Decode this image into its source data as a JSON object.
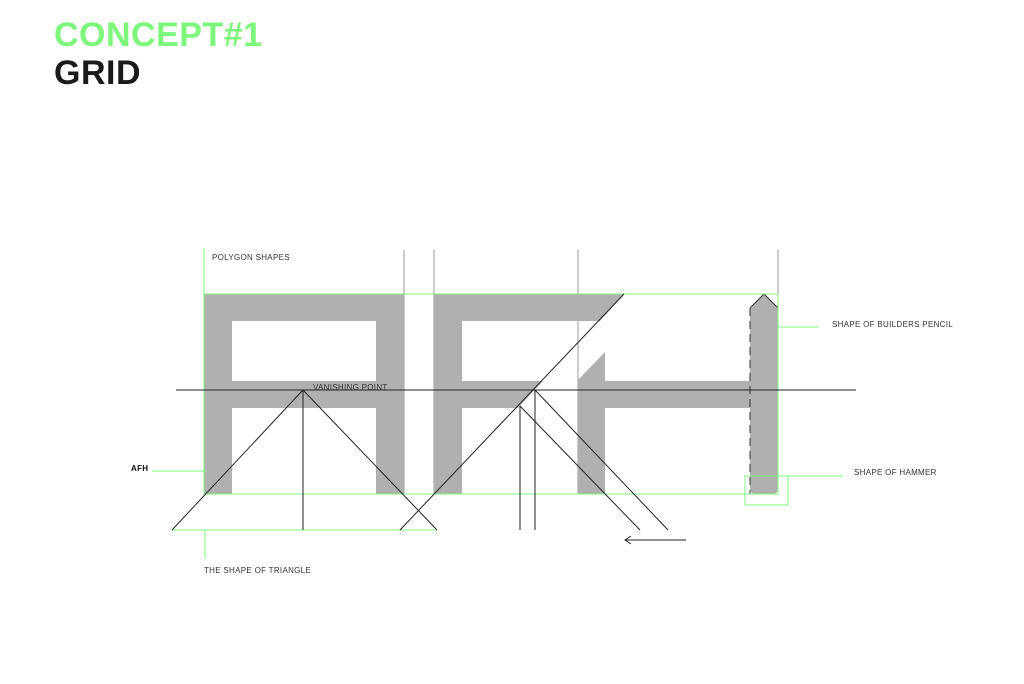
{
  "header": {
    "concept": "CONCEPT#1",
    "subtitle": "GRID"
  },
  "colors": {
    "accent": "#7cf77c",
    "fill": "#b0b0b0",
    "line": "#222222",
    "guide": "#9a9a9a"
  },
  "labels": {
    "polygon_shapes": "POLYGON SHAPES",
    "vanishing_point": "VANISHING POINT",
    "afh": "AFH",
    "triangle": "THE SHAPE OF TRIANGLE",
    "pencil": "SHAPE OF BUILDERS PENCIL",
    "hammer": "SHAPE OF HAMMER"
  }
}
